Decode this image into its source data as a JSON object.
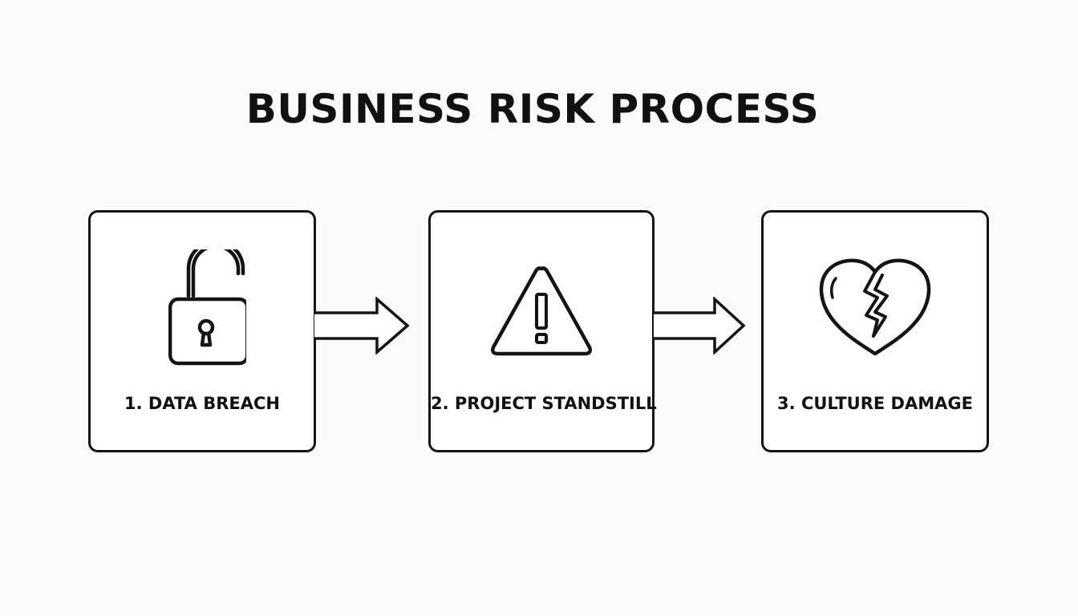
{
  "title": "BUSINESS RISK PROCESS",
  "steps": [
    {
      "label": "1. DATA BREACH",
      "icon": "unlocked-padlock-icon"
    },
    {
      "label": "2. PROJECT STANDSTILL",
      "icon": "warning-triangle-icon"
    },
    {
      "label": "3. CULTURE DAMAGE",
      "icon": "broken-heart-icon"
    }
  ],
  "connectors": [
    "right-arrow-icon",
    "right-arrow-icon"
  ],
  "colors": {
    "stroke": "#141414",
    "background": "#fbfbfb",
    "card": "#ffffff"
  }
}
